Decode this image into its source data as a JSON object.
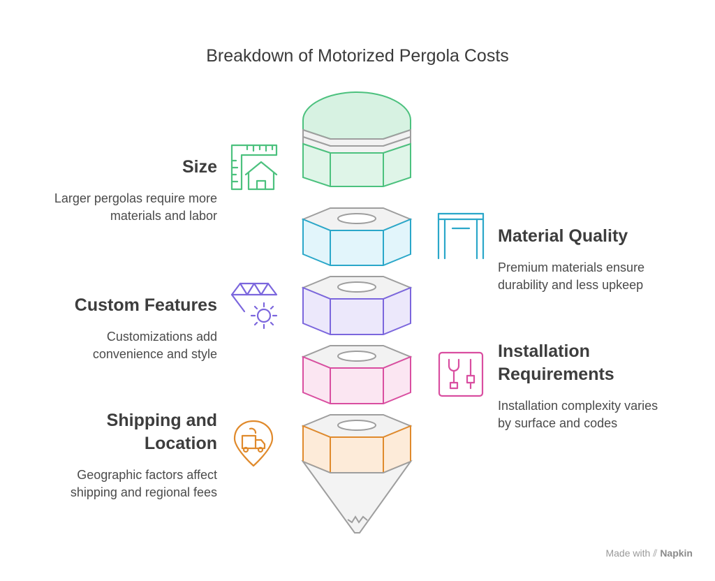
{
  "title": "Breakdown of Motorized Pergola Costs",
  "sections": {
    "size": {
      "heading": "Size",
      "desc_line1": "Larger pergolas require more",
      "desc_line2": "materials and labor",
      "color": "#4cc17e",
      "fill": "#dff5e8",
      "icon": "ruler-house-icon"
    },
    "material_quality": {
      "heading": "Material Quality",
      "desc_line1": "Premium materials ensure",
      "desc_line2": "durability and less upkeep",
      "color": "#2aa7c9",
      "fill": "#e2f5fb",
      "icon": "doorframe-icon"
    },
    "custom_features": {
      "heading": "Custom Features",
      "desc_line1": "Customizations add",
      "desc_line2": "convenience and style",
      "color": "#7b66dd",
      "fill": "#ece8fb",
      "icon": "truss-sun-icon"
    },
    "installation": {
      "heading_line1": "Installation",
      "heading_line2": "Requirements",
      "desc_line1": "Installation complexity varies",
      "desc_line2": "by surface and codes",
      "color": "#d94ea0",
      "fill": "#fbe6f2",
      "icon": "tools-icon"
    },
    "shipping": {
      "heading_line1": "Shipping and",
      "heading_line2": "Location",
      "desc_line1": "Geographic factors affect",
      "desc_line2": "shipping and regional fees",
      "color": "#e08a2c",
      "fill": "#fdebd9",
      "icon": "location-truck-icon"
    }
  },
  "credit": {
    "made_with": "Made with",
    "brand": "Napkin"
  }
}
